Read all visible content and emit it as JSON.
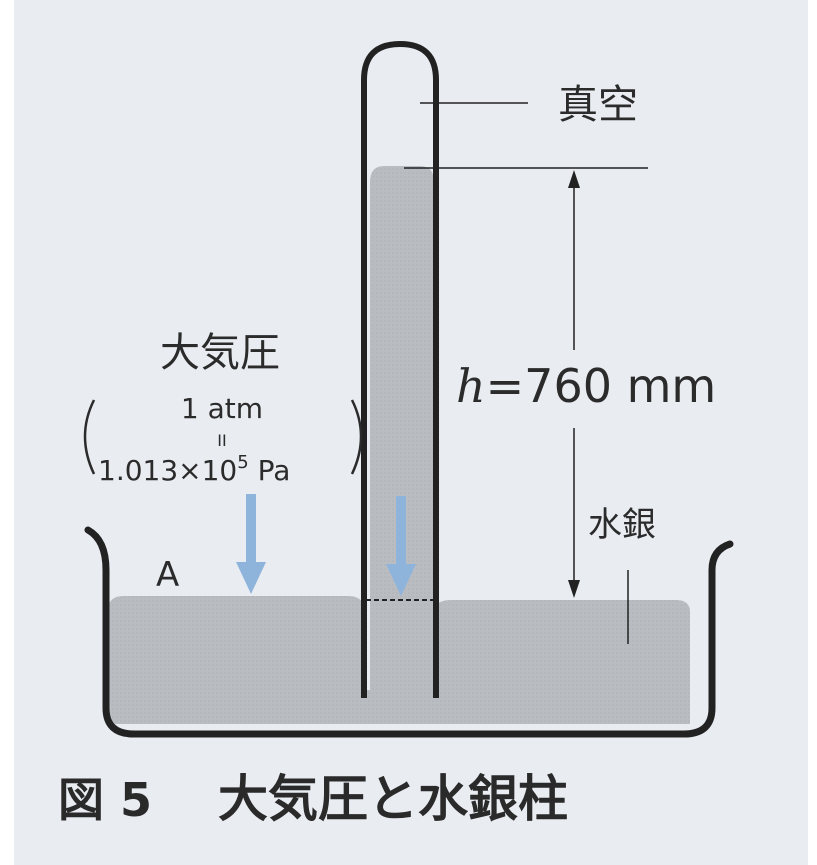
{
  "labels": {
    "vacuum": "真空",
    "height_var": "h",
    "height_eq": "=760 mm",
    "pressure_title": "大気圧",
    "pressure_line1": "1 atm",
    "pressure_equals": "II",
    "pressure_line2_base": "1.013×10",
    "pressure_line2_exp": "5",
    "pressure_line2_unit": " Pa",
    "mercury": "水銀",
    "point_a": "A"
  },
  "caption": {
    "figure_number": "図 5",
    "title": "大気圧と水銀柱"
  },
  "colors": {
    "background": "#e9edf2",
    "mercury_fill": "#b9bdc2",
    "outline": "#222222",
    "arrow": "#8fb4dc",
    "text": "#2b2b2b"
  }
}
